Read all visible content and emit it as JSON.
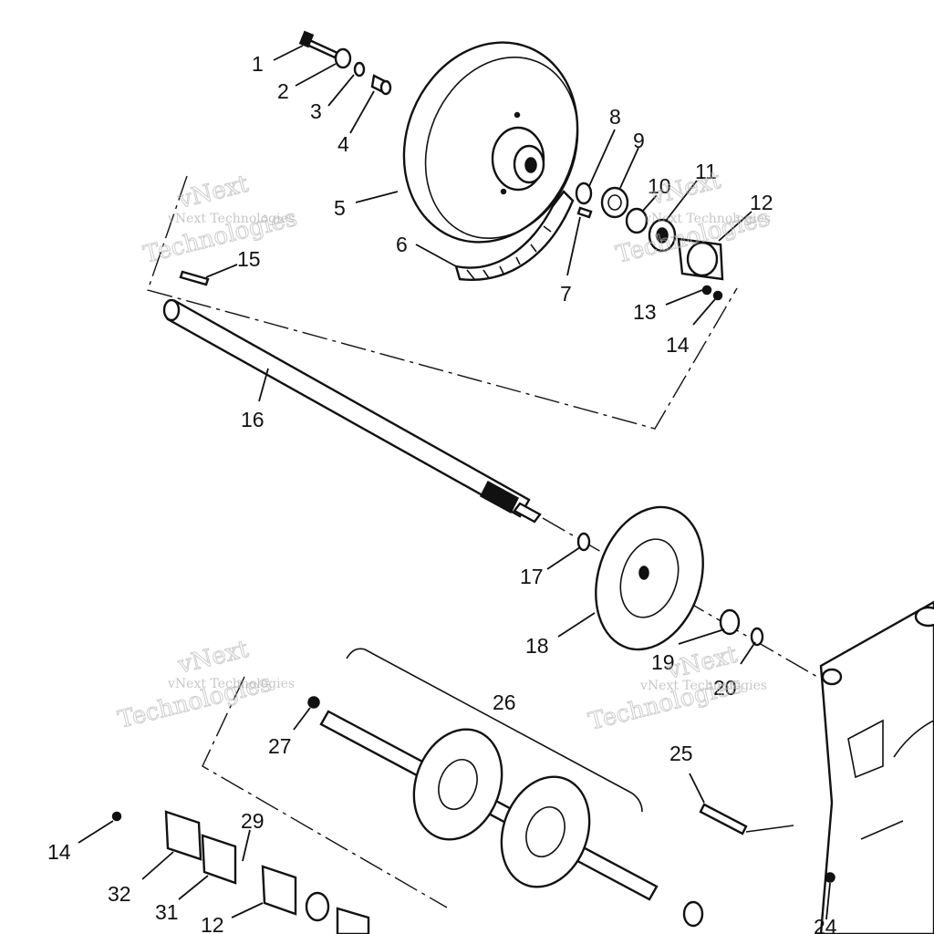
{
  "diagram": {
    "labels": [
      {
        "text": "1"
      },
      {
        "text": "2"
      },
      {
        "text": "3"
      },
      {
        "text": "4"
      },
      {
        "text": "5"
      },
      {
        "text": "6"
      },
      {
        "text": "7"
      },
      {
        "text": "8"
      },
      {
        "text": "9"
      },
      {
        "text": "10"
      },
      {
        "text": "11"
      },
      {
        "text": "12"
      },
      {
        "text": "13"
      },
      {
        "text": "14"
      },
      {
        "text": "15"
      },
      {
        "text": "16"
      },
      {
        "text": "17"
      },
      {
        "text": "18"
      },
      {
        "text": "19"
      },
      {
        "text": "20"
      },
      {
        "text": "26"
      },
      {
        "text": "27"
      },
      {
        "text": "25"
      },
      {
        "text": "24"
      },
      {
        "text": "14"
      },
      {
        "text": "29"
      },
      {
        "text": "32"
      },
      {
        "text": "31"
      },
      {
        "text": "12"
      }
    ],
    "watermarks": [
      {
        "brand": "vNext",
        "line": "vNext Technologies",
        "big": "Technologies"
      },
      {
        "brand": "vNext",
        "line": "vNext Technologies",
        "big": "Technologies"
      },
      {
        "brand": "vNext",
        "line": "vNext Technologies",
        "big": "Technologies"
      },
      {
        "brand": "vNext",
        "line": "vNext Technologies",
        "big": "Technologies"
      }
    ]
  }
}
